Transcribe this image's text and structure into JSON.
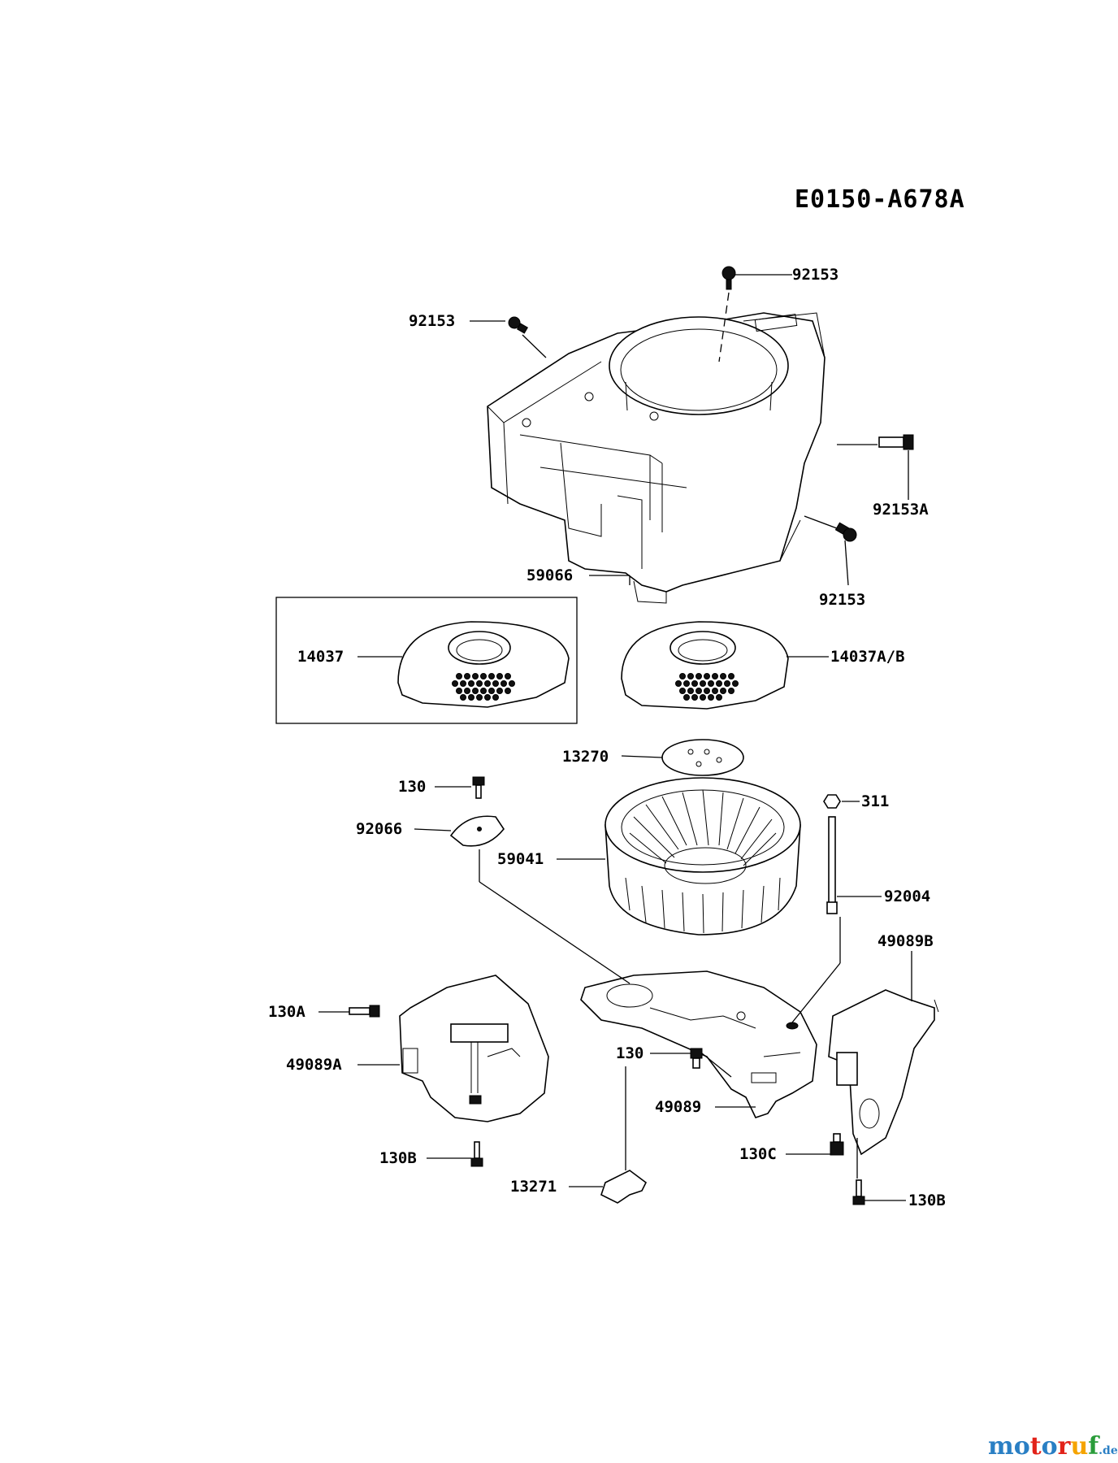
{
  "diagram_code": "E0150-A678A",
  "labels": {
    "p92153_top": "92153",
    "p92153_left": "92153",
    "p92153A": "92153A",
    "p92153_right": "92153",
    "p59066": "59066",
    "p14037": "14037",
    "p14037AB": "14037A/B",
    "p13270": "13270",
    "p130_top": "130",
    "p92066": "92066",
    "p311": "311",
    "p59041": "59041",
    "p92004": "92004",
    "p49089B": "49089B",
    "p130A": "130A",
    "p49089A": "49089A",
    "p130_mid": "130",
    "p49089": "49089",
    "p130B_left": "130B",
    "p130C": "130C",
    "p13271": "13271",
    "p130B_right": "130B"
  },
  "watermark": {
    "text": "motoruf",
    "suffix": ".de",
    "letter_colors": [
      "#2a7fc4",
      "#2a7fc4",
      "#e2231a",
      "#2a7fc4",
      "#e2231a",
      "#f5a400",
      "#2a9c3a"
    ]
  }
}
